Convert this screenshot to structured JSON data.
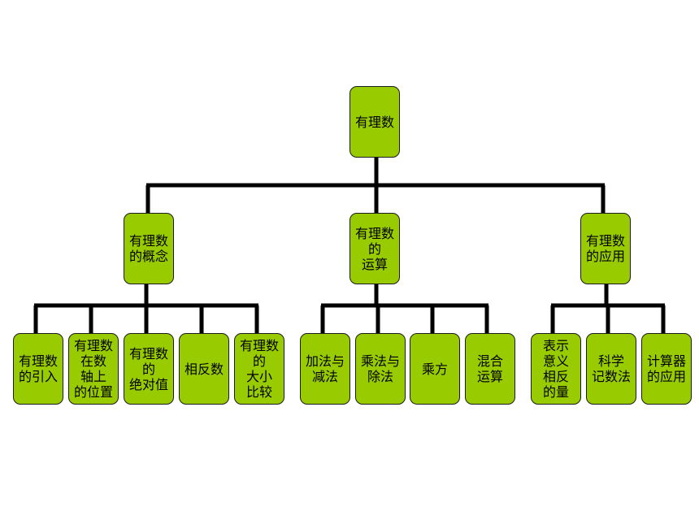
{
  "colors": {
    "node_fill": "#99cc00",
    "node_border": "#1a1a1a",
    "connector": "#000000"
  },
  "tree": {
    "root": {
      "label": "有理数"
    },
    "branches": [
      {
        "label": "有理数\n的概念",
        "leaves": [
          "有理数\n的引入",
          "有理数\n在数\n轴上\n的位置",
          "有理数\n的\n绝对值",
          "相反数",
          "有理数\n的\n大小\n比较"
        ]
      },
      {
        "label": "有理数\n的\n运算",
        "leaves": [
          "加法与\n减法",
          "乘法与\n除法",
          "乘方",
          "混合\n运算"
        ]
      },
      {
        "label": "有理数\n的应用",
        "leaves": [
          "表示\n意义\n相反\n的量",
          "科学\n记数法",
          "计算器\n的应用"
        ]
      }
    ]
  }
}
